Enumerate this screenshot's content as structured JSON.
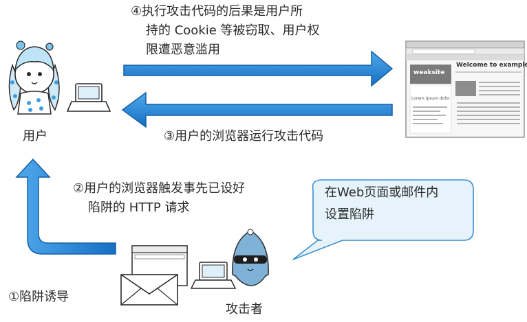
{
  "step4": {
    "line1": "④执行攻击代码的后果是用户所",
    "line2": "持的 Cookie 等被窃取、用户权",
    "line3": "限遭恶意滥用"
  },
  "step3": "③用户的浏览器运行攻击代码",
  "step2": {
    "line1": "②用户的浏览器触发事先已设好",
    "line2": "陷阱的 HTTP 请求"
  },
  "step1": "①陷阱诱导",
  "user_label": "用户",
  "attacker_label": "攻击者",
  "callout": {
    "line1": "在Web页面或邮件内",
    "line2": "设置陷阱"
  },
  "website": {
    "logo": "weaksite",
    "heading": "Welcome to example.com",
    "sidebar_text": "Lorem ipsum dolor"
  },
  "colors": {
    "arrow": "#1a7fd4",
    "callout_fill": "#e6f3fb",
    "callout_stroke": "#3a8fd0",
    "ink": "#2b2b2b"
  }
}
